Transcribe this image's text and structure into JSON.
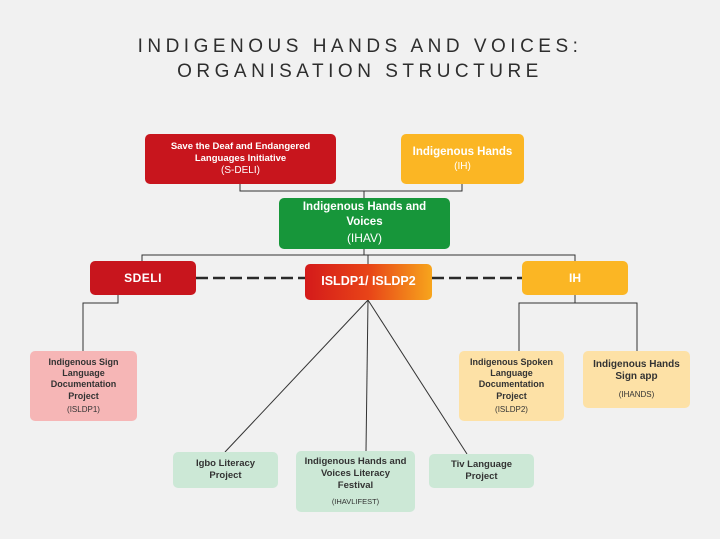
{
  "title": {
    "line1": "INDIGENOUS HANDS AND VOICES:",
    "line2": "ORGANISATION STRUCTURE"
  },
  "nodes": {
    "sdeli_top": {
      "name": "Save the Deaf and Endangered Languages Initiative",
      "code": "(S-DELI)"
    },
    "ih_top": {
      "name": "Indigenous Hands",
      "code": "(IH)"
    },
    "ihav": {
      "name": "Indigenous Hands and Voices",
      "code": "(IHAV)"
    },
    "sdeli": {
      "name": "SDELI"
    },
    "isldp": {
      "name": "ISLDP1/ ISLDP2"
    },
    "ih": {
      "name": "IH"
    },
    "isldp1": {
      "name": "Indigenous Sign Language Documentation Project",
      "code": "(ISLDP1)"
    },
    "isldp2": {
      "name": "Indigenous Spoken Language Documentation Project",
      "code": "(ISLDP2)"
    },
    "ihands": {
      "name": "Indigenous Hands Sign app",
      "code": "(IHANDS)"
    },
    "igbo": {
      "name": "Igbo Literacy Project"
    },
    "fest": {
      "name": "Indigenous Hands and Voices Literacy Festival",
      "code": "(IHAVLIFEST)"
    },
    "tiv": {
      "name": "Tiv Language Project"
    }
  },
  "colors": {
    "red": "#c8151d",
    "yellow": "#fbb624",
    "green": "#17963a",
    "pink": "#f6b6b6",
    "light_yellow": "#fde1a6",
    "light_green": "#cce8d6",
    "line": "#333333"
  }
}
